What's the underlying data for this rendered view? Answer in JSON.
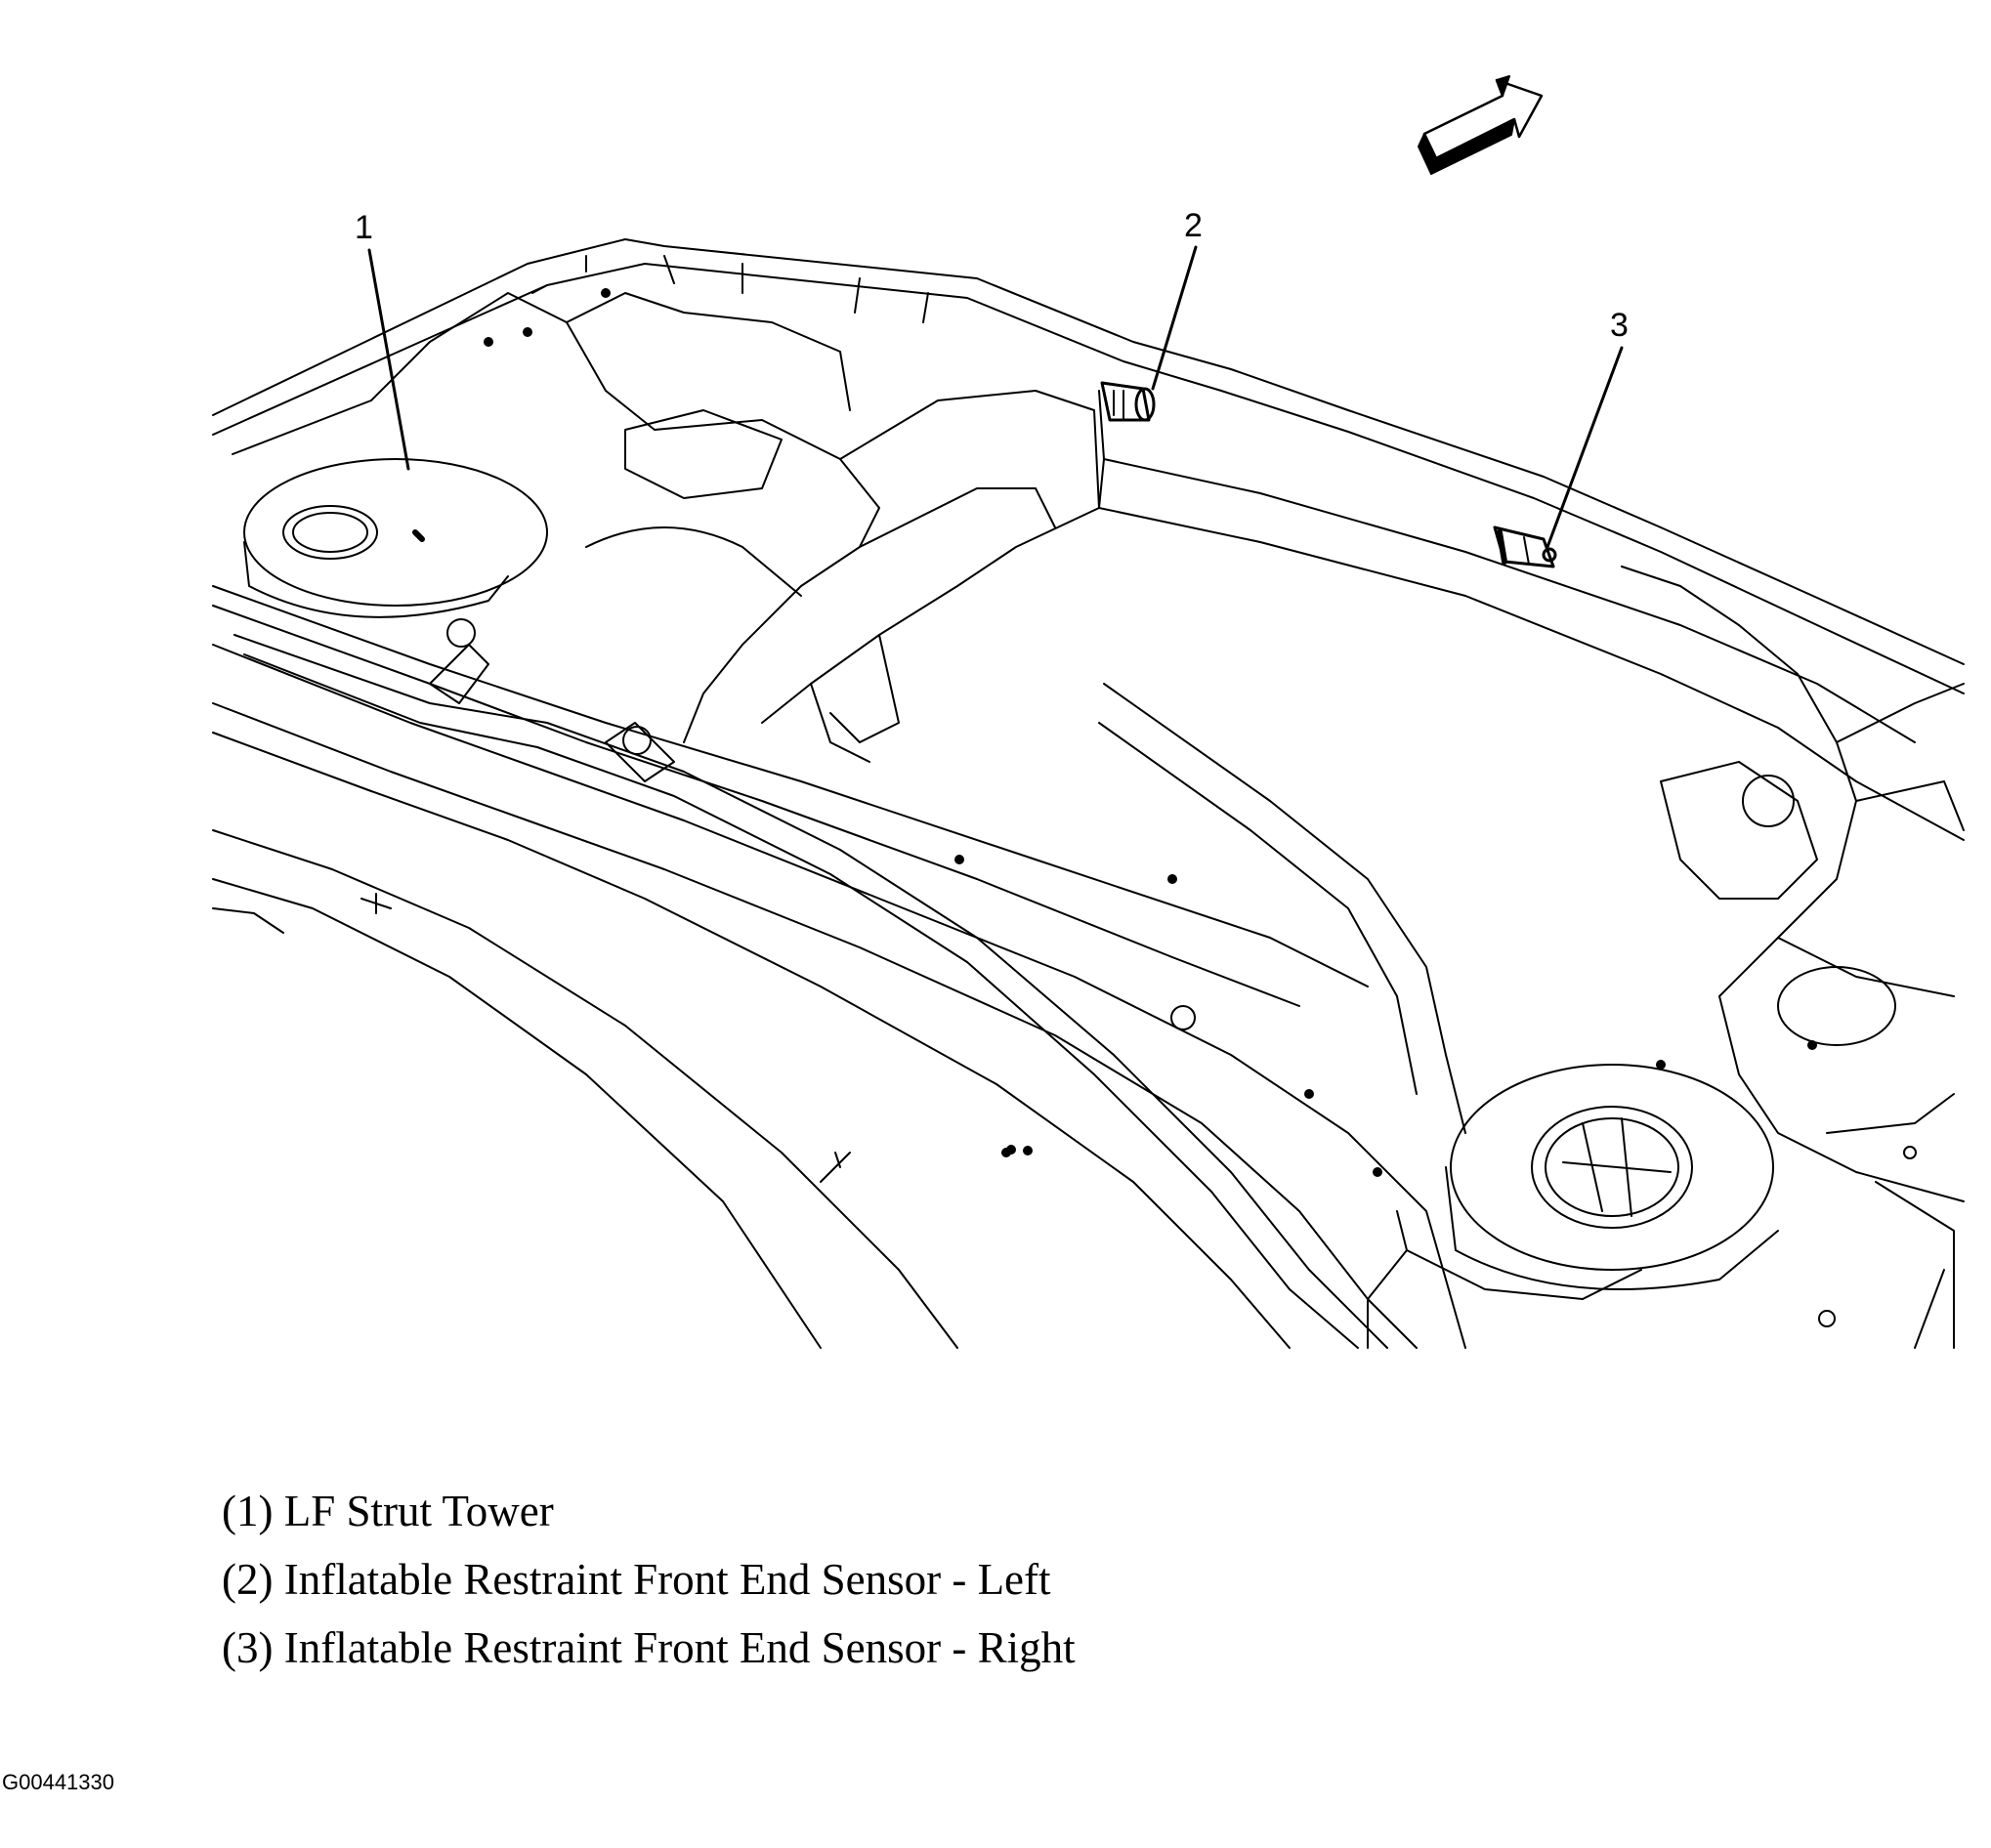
{
  "callouts": [
    {
      "number": "1"
    },
    {
      "number": "2"
    },
    {
      "number": "3"
    }
  ],
  "legend": [
    {
      "text": "(1) LF Strut Tower"
    },
    {
      "text": "(2) Inflatable Restraint Front End Sensor - Left"
    },
    {
      "text": "(3) Inflatable Restraint Front End Sensor - Right"
    }
  ],
  "figure_id": "G00441330",
  "icons": {
    "direction_arrow": "forward-arrow-icon",
    "sensor": "sensor-icon"
  },
  "colors": {
    "line": "#000000",
    "background": "#ffffff"
  }
}
